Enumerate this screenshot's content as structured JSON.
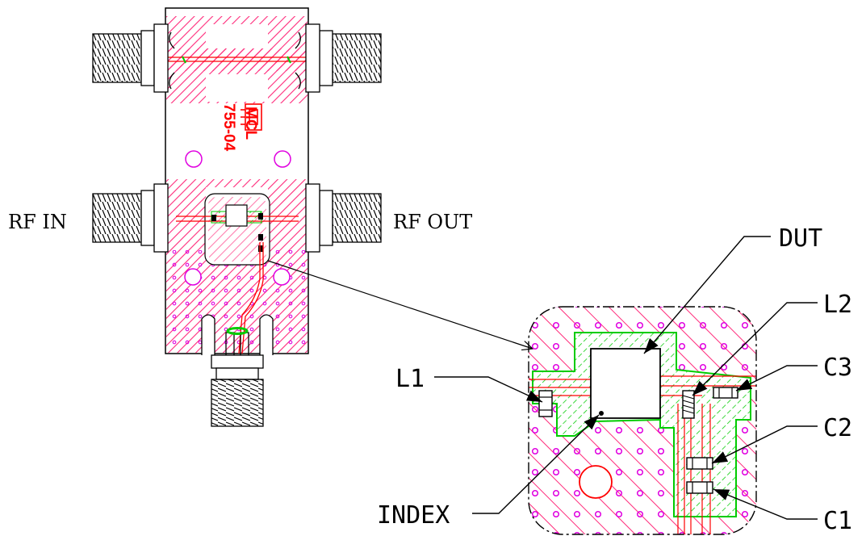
{
  "colors": {
    "hatch_magenta": "#ff2a7a",
    "trace_red": "#ff0000",
    "pad_green": "#00cc00",
    "via_magenta": "#e000e0",
    "outline": "#000000"
  },
  "board": {
    "marking_line1": "MCL",
    "marking_line2": "755-04"
  },
  "connectors": {
    "rf_in": "RF IN",
    "rf_out": "RF OUT"
  },
  "detail_labels": {
    "dut": "DUT",
    "l1": "L1",
    "l2": "L2",
    "c1": "C1",
    "c2": "C2",
    "c3": "C3",
    "index": "INDEX"
  }
}
